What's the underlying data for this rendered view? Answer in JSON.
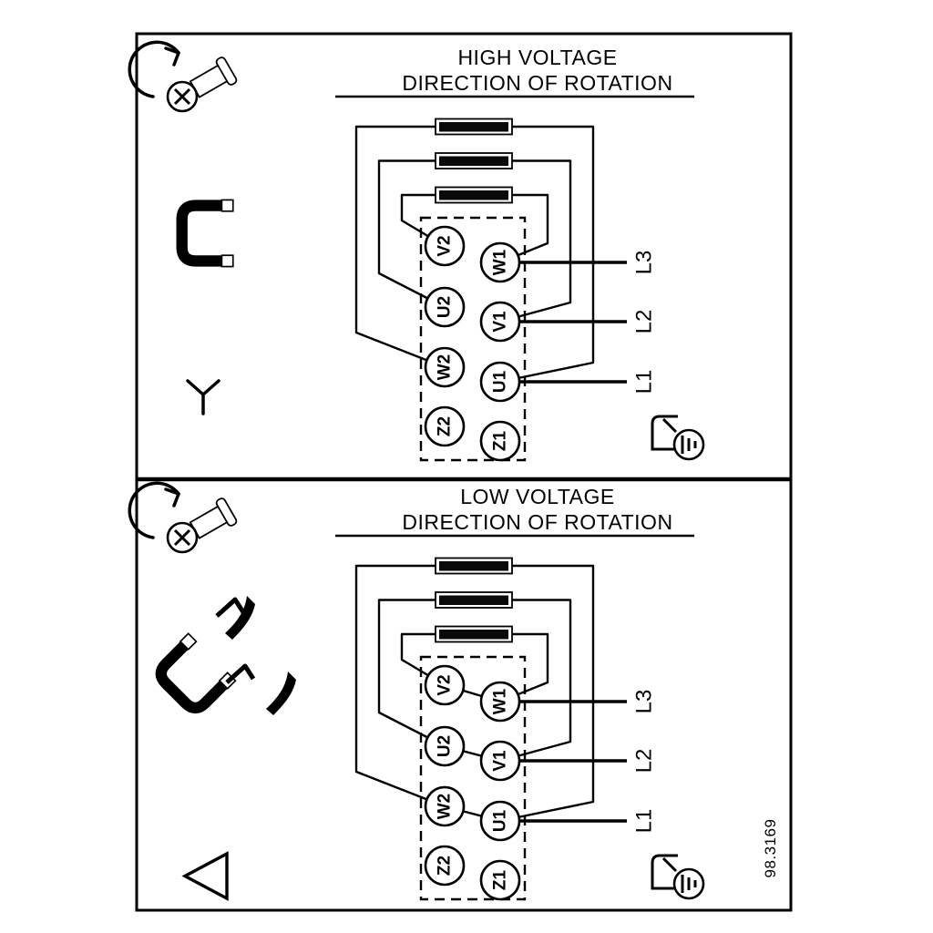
{
  "figure_number": "98.3169",
  "colors": {
    "ink": "#000000",
    "paper": "#ffffff"
  },
  "panels": {
    "high": {
      "title": "HIGH VOLTAGE",
      "subtitle": "DIRECTION OF ROTATION",
      "connection_symbol": "star",
      "terminals_left": [
        "V2",
        "U2",
        "W2",
        "Z2"
      ],
      "terminals_right": [
        "W1",
        "V1",
        "U1",
        "Z1"
      ],
      "supply_lines": [
        "L3",
        "L2",
        "L1"
      ]
    },
    "low": {
      "title": "LOW VOLTAGE",
      "subtitle": "DIRECTION OF ROTATION",
      "connection_symbol": "delta",
      "terminals_left": [
        "V2",
        "U2",
        "W2",
        "Z2"
      ],
      "terminals_right": [
        "W1",
        "V1",
        "U1",
        "Z1"
      ],
      "supply_lines": [
        "L3",
        "L2",
        "L1"
      ]
    }
  },
  "icons": [
    "screwdriver-rotation-icon",
    "terminal-link-icon",
    "star-connection-icon",
    "relink-arrows-icon",
    "delta-connection-icon",
    "ground-icon"
  ]
}
